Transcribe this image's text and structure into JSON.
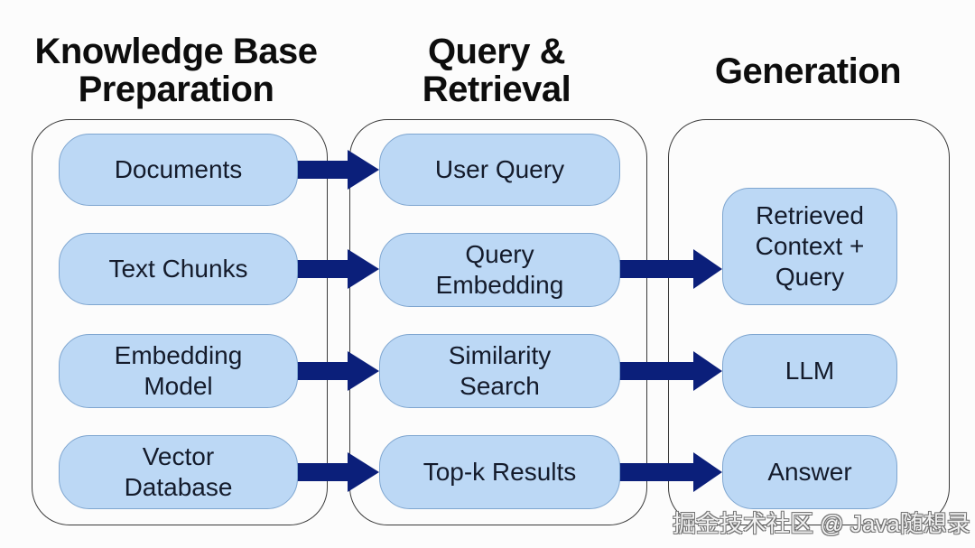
{
  "columns": [
    {
      "title": "Knowledge Base\nPreparation",
      "nodes": [
        "Documents",
        "Text Chunks",
        "Embedding\nModel",
        "Vector\nDatabase"
      ]
    },
    {
      "title": "Query &\nRetrieval",
      "nodes": [
        "User Query",
        "Query\nEmbedding",
        "Similarity\nSearch",
        "Top-k Results"
      ]
    },
    {
      "title": "Generation",
      "nodes": [
        "Retrieved\nContext +\nQuery",
        "LLM",
        "Answer"
      ]
    }
  ],
  "colors": {
    "node_fill": "#bcd8f5",
    "node_border": "#7fa6d0",
    "arrow": "#0b1f7a",
    "text": "#141b2b"
  },
  "watermark": "掘金技术社区 @ Java随想录"
}
